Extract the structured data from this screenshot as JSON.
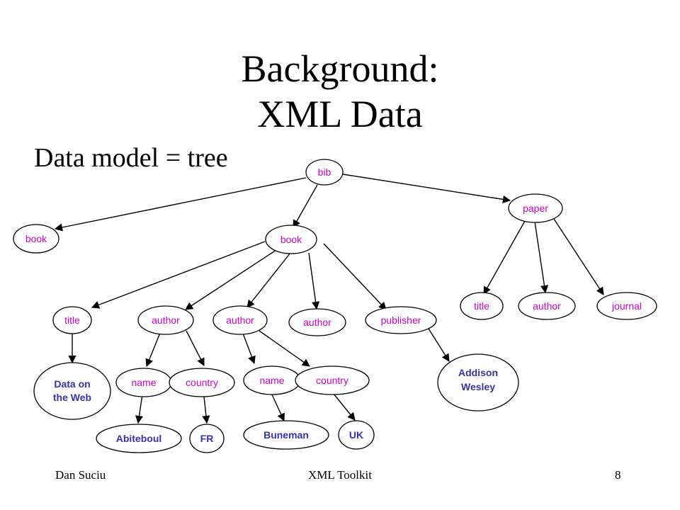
{
  "slide": {
    "title_line1": "Background:",
    "title_line2": "XML Data",
    "subtitle": "Data model = tree"
  },
  "footer": {
    "author": "Dan Suciu",
    "course": "XML Toolkit",
    "page": "8"
  },
  "colors": {
    "label": "#cc00cc",
    "value": "#3333aa",
    "edge": "#000000"
  },
  "tree": {
    "bib": "bib",
    "book_1": "book",
    "book_2": "book",
    "paper": "paper",
    "title_1": "title",
    "author_1": "author",
    "author_2": "author",
    "author_3": "author",
    "publisher": "publisher",
    "title_2": "title",
    "author_4": "author",
    "journal": "journal",
    "data_on_the_web_line1": "Data on",
    "data_on_the_web_line2": "the Web",
    "name_1": "name",
    "country_1": "country",
    "name_2": "name",
    "country_2": "country",
    "addison_wesley_line1": "Addison",
    "addison_wesley_line2": "Wesley",
    "abiteboul": "Abiteboul",
    "fr": "FR",
    "buneman": "Buneman",
    "uk": "UK"
  }
}
